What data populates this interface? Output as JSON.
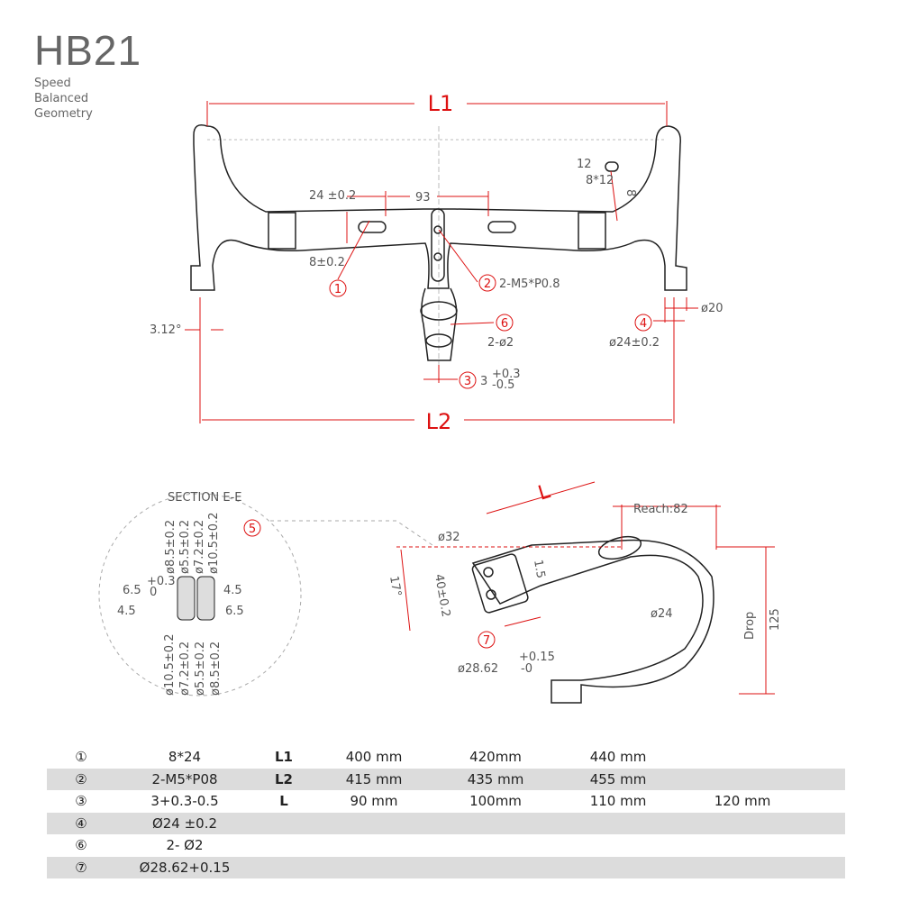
{
  "header": {
    "title": "HB21",
    "subtitle": [
      "Speed",
      "Balanced",
      "Geometry"
    ]
  },
  "top_view": {
    "L1": "L1",
    "L2": "L2",
    "slot_width": "24 ±0.2",
    "spacing": "93",
    "slot_height": "8±0.2",
    "hole_w": "12",
    "hole_size": "8*12",
    "hole_h": "8",
    "c1": "1",
    "c2": "2",
    "c2_text": "2-M5*P0.8",
    "c6": "6",
    "c6_text": "2-ø2",
    "c3": "3",
    "c3_text": "3",
    "c3_tol_up": "+0.3",
    "c3_tol_dn": "-0.5",
    "c4": "4",
    "c4_text": "ø24±0.2",
    "d20": "ø20",
    "angle": "3.12°"
  },
  "side_view": {
    "section": "SECTION E-E",
    "c5": "5",
    "L": "L",
    "reach": "Reach:82",
    "d32": "ø32",
    "angle": "17°",
    "h40": "40±0.2",
    "t15": "1.5",
    "d24": "ø24",
    "drop": "Drop",
    "drop_val": "125",
    "c7": "7",
    "d2862": "ø28.62",
    "d2862_up": "+0.15",
    "d2862_dn": "-0",
    "section_dims_top": [
      "ø8.5±0.2",
      "ø5.5±0.2",
      "ø7.2±0.2",
      "ø10.5±0.2"
    ],
    "section_dims_bottom": [
      "ø10.5±0.2",
      "ø7.2±0.2",
      "ø5.5±0.2",
      "ø8.5±0.2"
    ],
    "section_side": [
      "6.5",
      "4.5",
      "4.5",
      "6.5"
    ],
    "section_tol_up": "+0.3",
    "section_tol_dn": "0"
  },
  "table": {
    "rows": [
      [
        "①",
        "8*24",
        "L1",
        "400 mm",
        "420mm",
        "440 mm",
        ""
      ],
      [
        "②",
        "2-M5*P08",
        "L2",
        "415 mm",
        "435 mm",
        "455 mm",
        ""
      ],
      [
        "③",
        "3+0.3-0.5",
        "L",
        "90 mm",
        "100mm",
        "110 mm",
        "120 mm"
      ],
      [
        "④",
        "Ø24 ±0.2",
        "",
        "",
        "",
        "",
        ""
      ],
      [
        "⑥",
        "2- Ø2",
        "",
        "",
        "",
        "",
        ""
      ],
      [
        "⑦",
        "Ø28.62+0.15",
        "",
        "",
        "",
        "",
        ""
      ]
    ]
  }
}
